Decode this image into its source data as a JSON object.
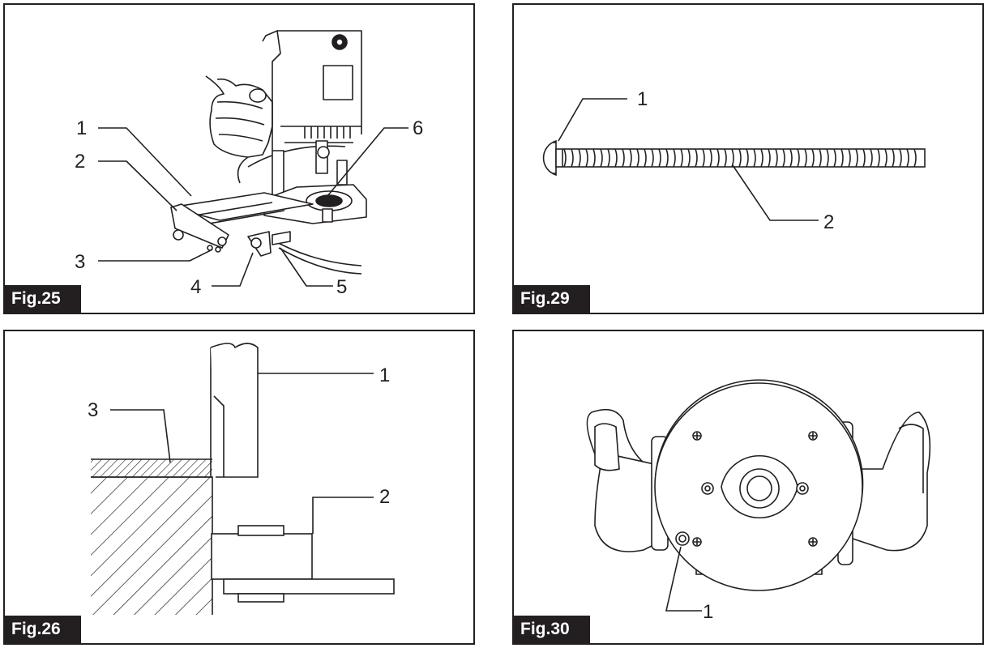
{
  "figures": [
    {
      "tag": "Fig.25",
      "callouts": [
        "1",
        "2",
        "3",
        "4",
        "5",
        "6"
      ]
    },
    {
      "tag": "Fig.29",
      "callouts": [
        "1",
        "2"
      ]
    },
    {
      "tag": "Fig.26",
      "callouts": [
        "1",
        "2",
        "3"
      ]
    },
    {
      "tag": "Fig.30",
      "callouts": [
        "1"
      ]
    }
  ]
}
